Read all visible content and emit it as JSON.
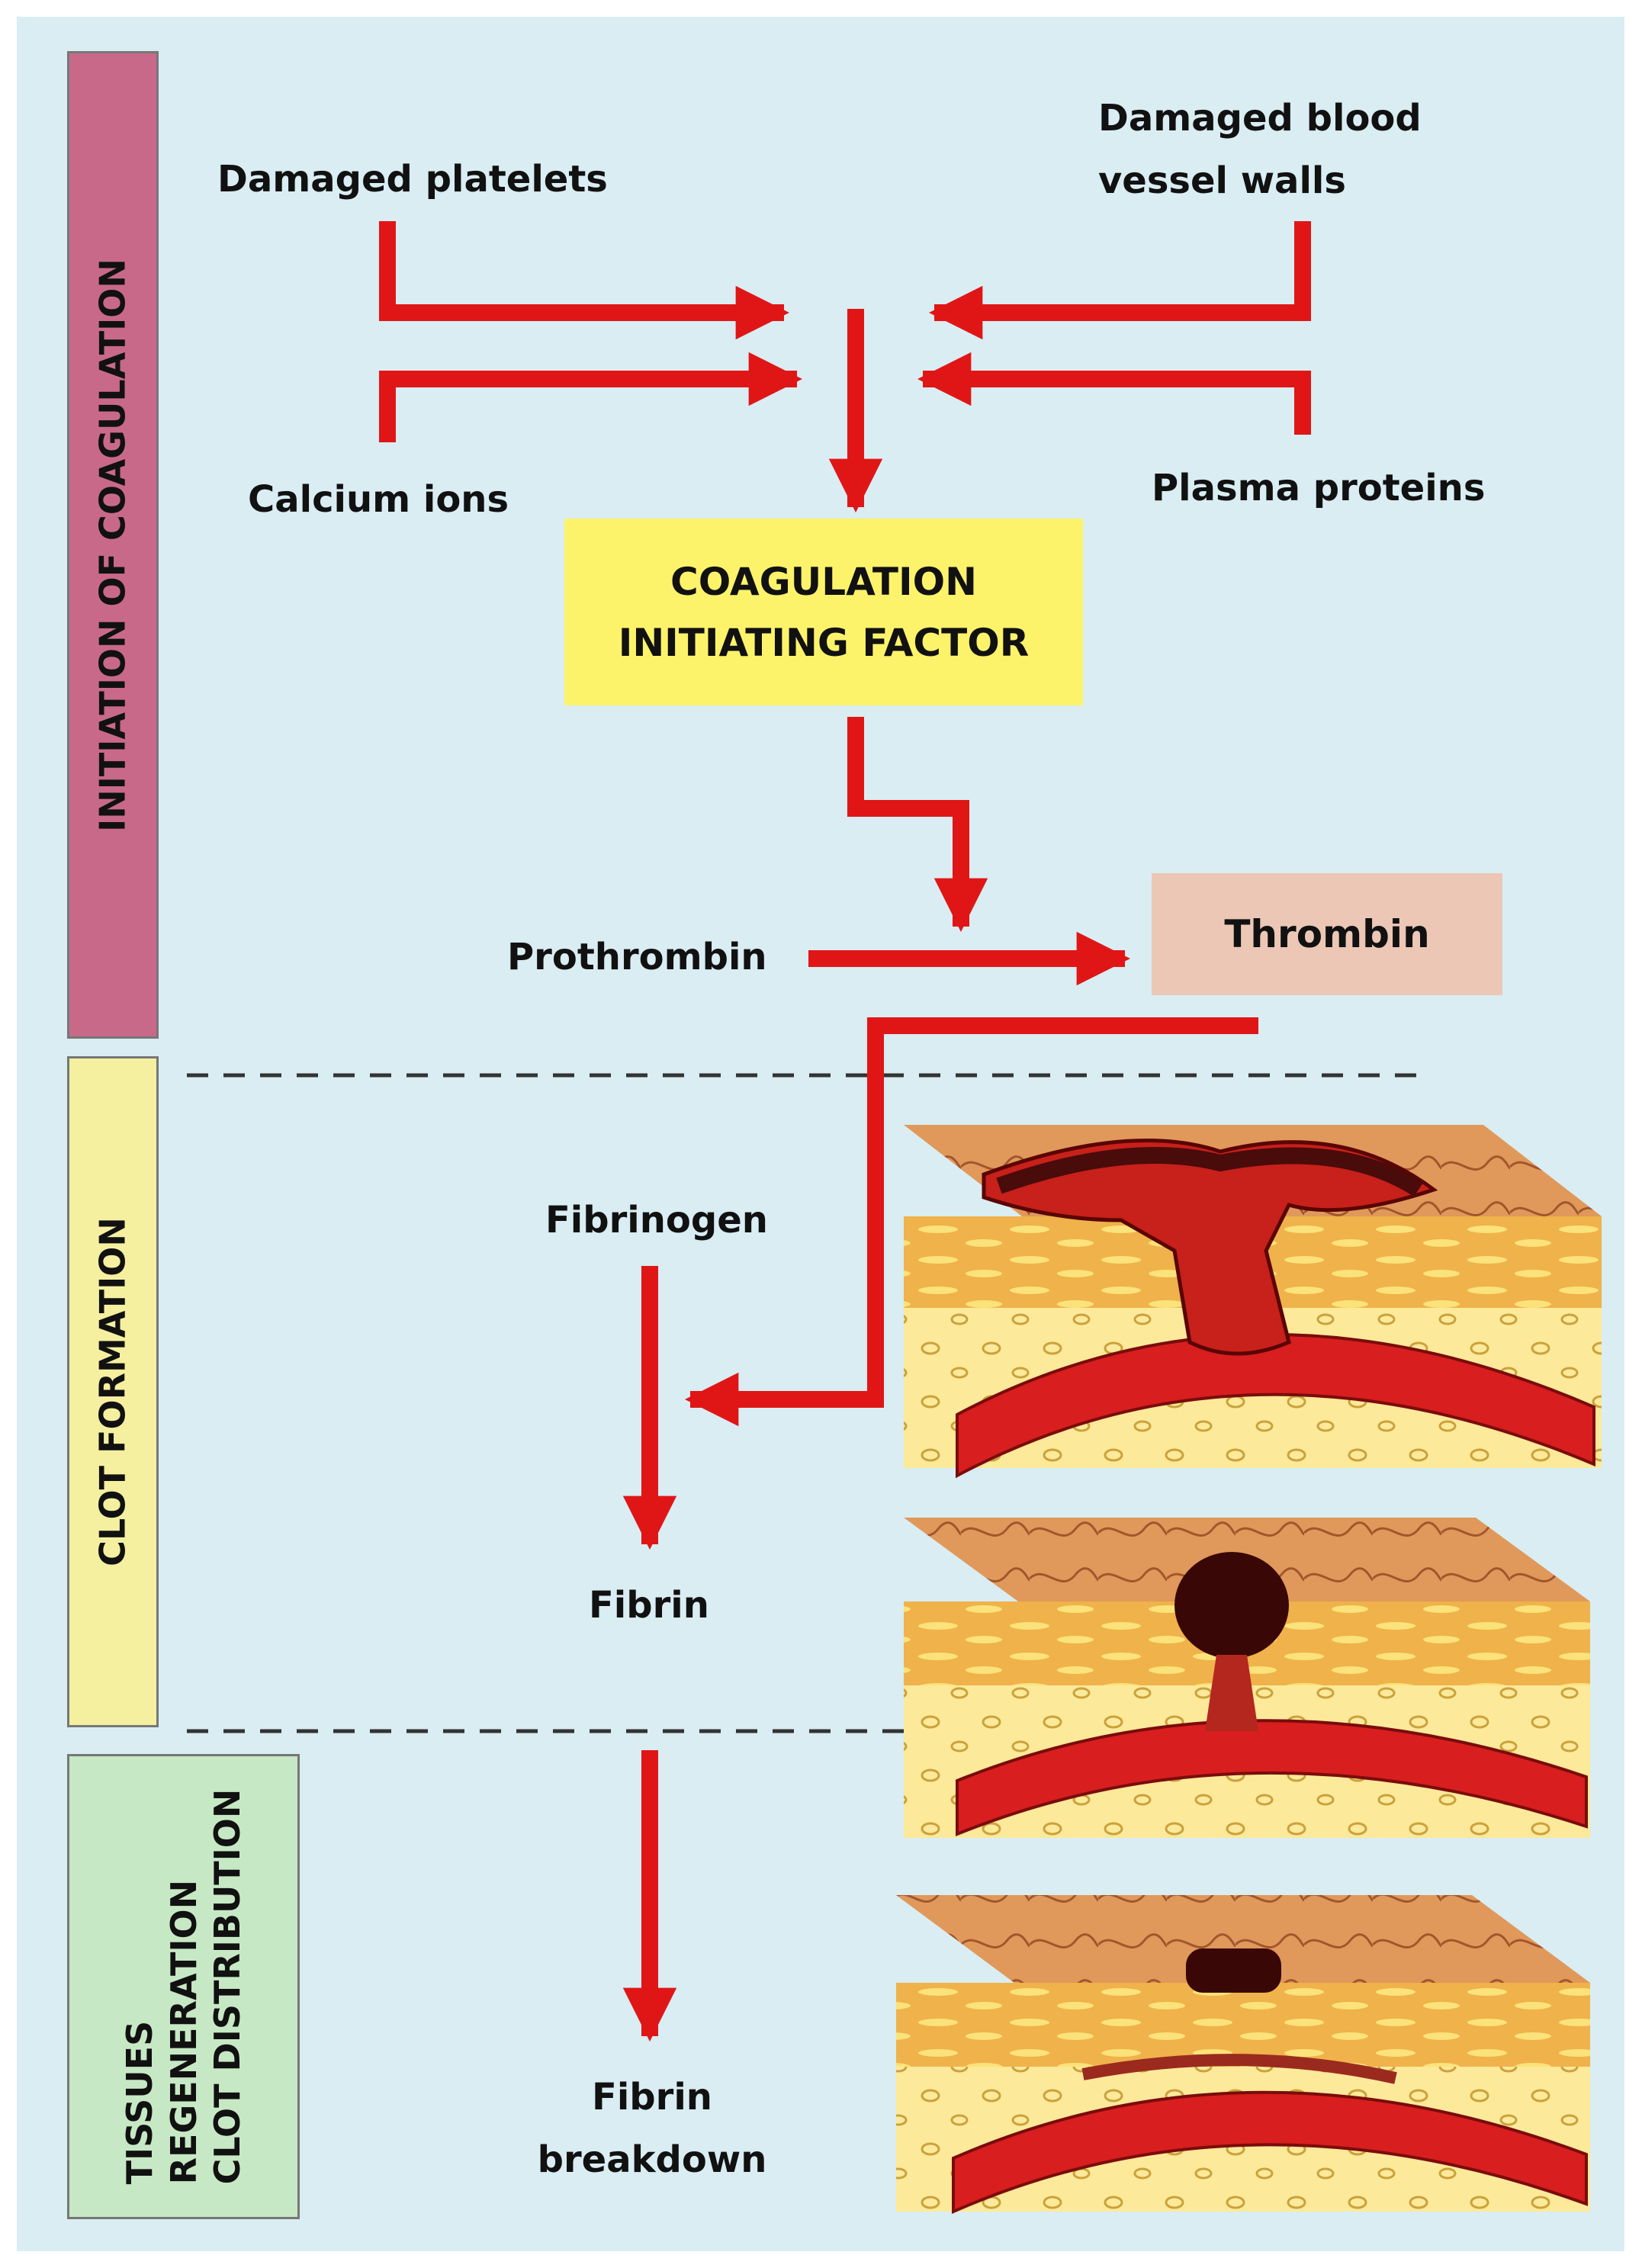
{
  "sides": {
    "initiation": "INITIATION OF COAGULATION",
    "clot_formation": "CLOT FORMATION",
    "regeneration": [
      "TISSUES",
      "REGENERATION",
      "CLOT DISTRIBUTION"
    ]
  },
  "labels": {
    "damaged_platelets": "Damaged platelets",
    "damaged_vessel_1": "Damaged blood",
    "damaged_vessel_2": "vessel walls",
    "calcium_ions": "Calcium ions",
    "plasma_proteins": "Plasma proteins",
    "prothrombin": "Prothrombin",
    "thrombin": "Thrombin",
    "fibrinogen": "Fibrinogen",
    "fibrin": "Fibrin",
    "fibrin_breakdown_1": "Fibrin",
    "fibrin_breakdown_2": "breakdown"
  },
  "factor_box": {
    "line1": "COAGULATION",
    "line2": "INITIATING FACTOR"
  },
  "colors": {
    "background": "#d9edf3",
    "arrow": "#e01616",
    "initiation_panel": "#c9698a",
    "clot_panel": "#f5f0a0",
    "regeneration_panel": "#c7e8c4",
    "factor_box": "#fdf36a",
    "thrombin_box": "#ecc7b6"
  }
}
